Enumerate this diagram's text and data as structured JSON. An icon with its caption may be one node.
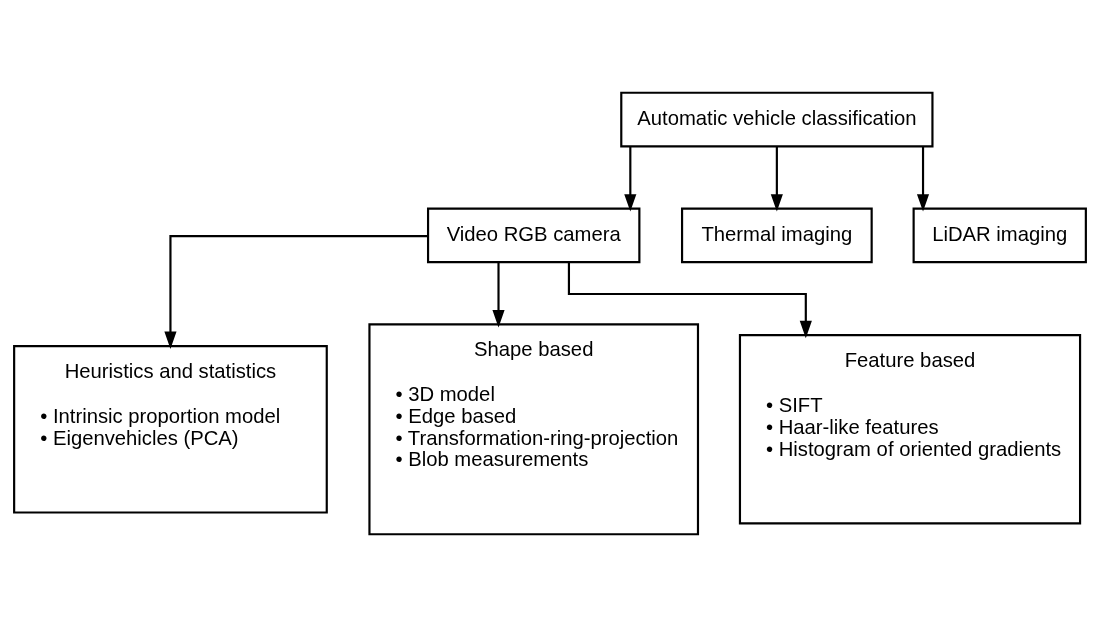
{
  "diagram": {
    "nodes": [
      {
        "text": [
          "Automatic vehicle classification"
        ]
      },
      {
        "text": [
          "Video RGB camera"
        ]
      },
      {
        "text": [
          "Thermal imaging"
        ]
      },
      {
        "text": [
          "LiDAR imaging"
        ]
      },
      {
        "text": [
          "Heuristics and statistics",
          "• Intrinsic proportion model",
          "• Eigenvehicles (PCA)"
        ]
      },
      {
        "text": [
          "Shape based",
          "• 3D model",
          "• Edge based",
          "• Transformation-ring-projection",
          "• Blob measurements"
        ]
      },
      {
        "text": [
          "Feature based",
          "• SIFT",
          "• Haar-like features",
          "• Histogram of oriented gradients"
        ]
      }
    ],
    "edges": [
      {
        "from": 0,
        "to": 1,
        "arrow": "to"
      },
      {
        "from": 0,
        "to": 2,
        "arrow": "to"
      },
      {
        "from": 0,
        "to": 3,
        "arrow": "to"
      },
      {
        "from": 1,
        "to": 4,
        "arrow": "to"
      },
      {
        "from": 1,
        "to": 5,
        "arrow": "to"
      },
      {
        "from": 1,
        "to": 6,
        "arrow": "to"
      }
    ]
  }
}
